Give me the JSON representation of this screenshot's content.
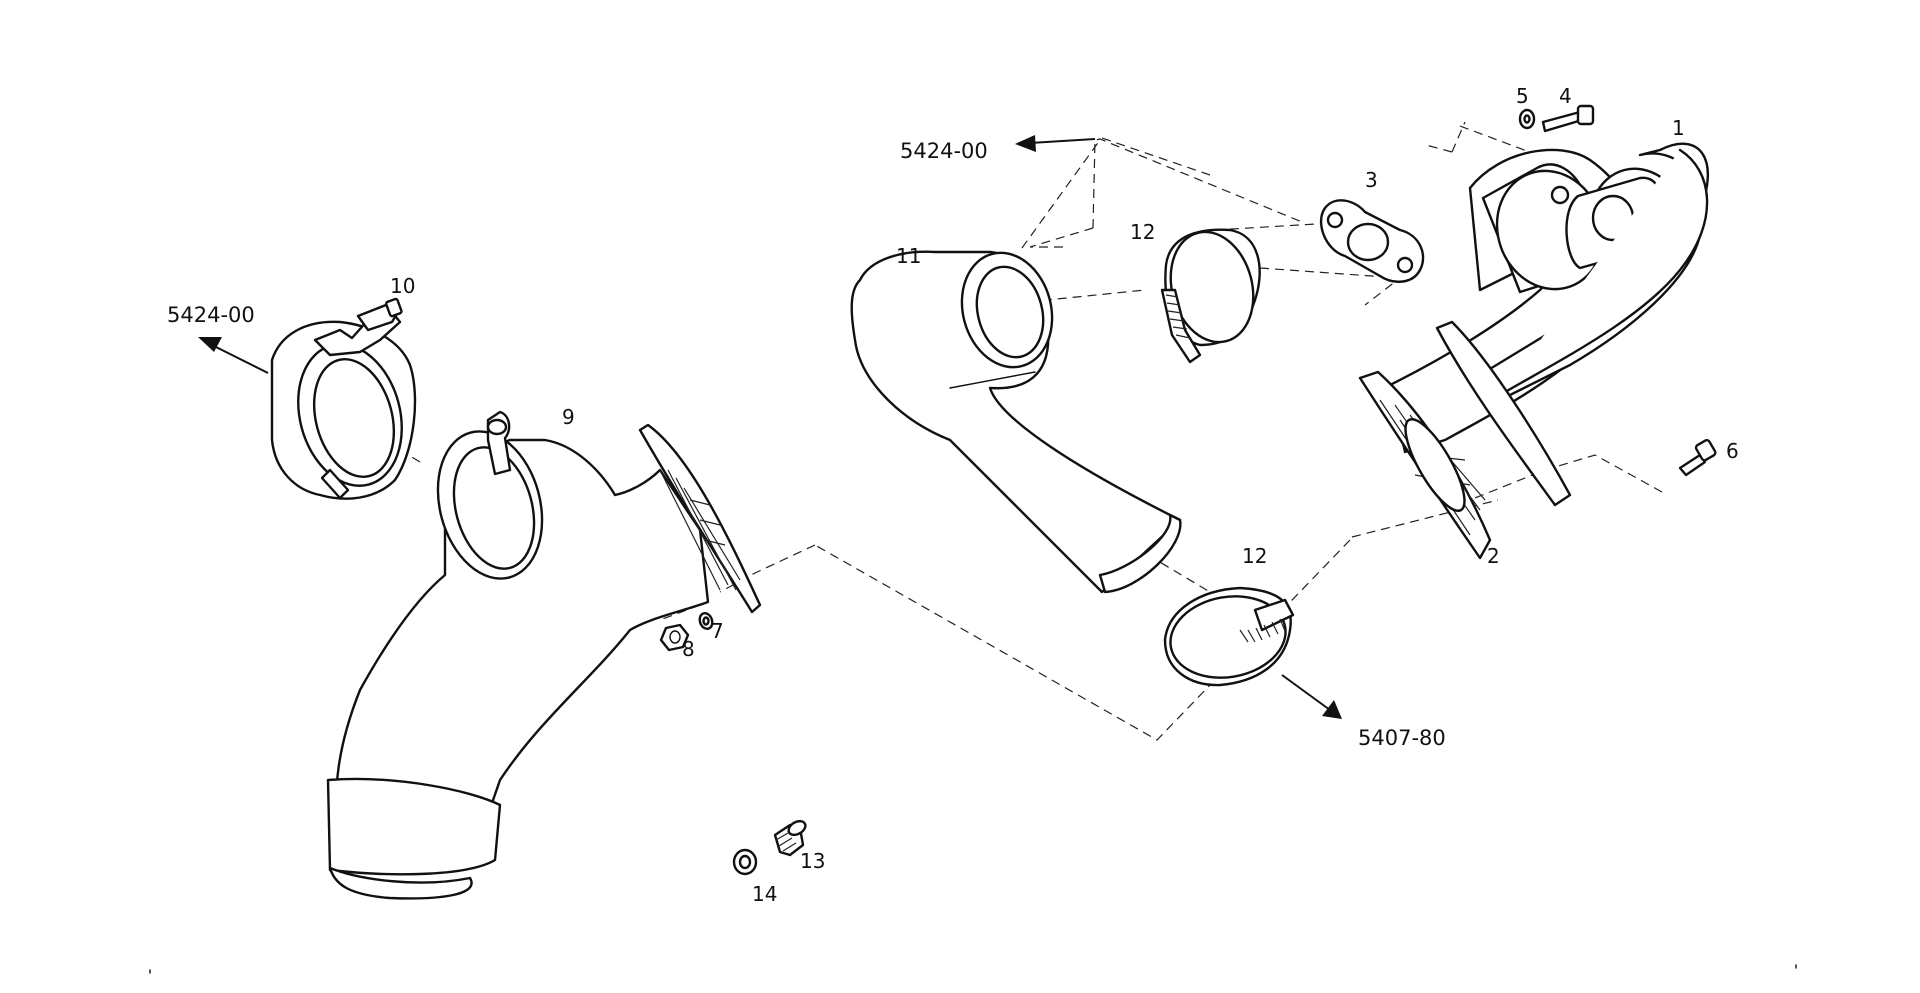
{
  "callouts": {
    "p1": "1",
    "p2": "2",
    "p3": "3",
    "p4": "4",
    "p5": "5",
    "p6": "6",
    "p7": "7",
    "p8": "8",
    "p9": "9",
    "p10": "10",
    "p11": "11",
    "p12a": "12",
    "p12b": "12",
    "p13": "13",
    "p14": "14"
  },
  "references": {
    "left_ref": "5424-00",
    "top_ref": "5424-00",
    "bottom_ref": "5407-80"
  },
  "colors": {
    "line": "#111111",
    "background": "#ffffff"
  }
}
